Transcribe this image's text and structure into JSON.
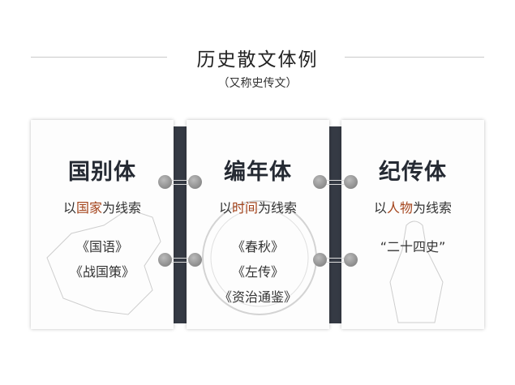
{
  "title": "历史散文体例",
  "subtitle": "（又称史传文）",
  "cards": [
    {
      "heading": "国别体",
      "clue_pre": "以",
      "clue_hl": "国家",
      "clue_post": "为线索",
      "items": [
        "《国语》",
        "《战国策》"
      ],
      "icon": "china-map-icon"
    },
    {
      "heading": "编年体",
      "clue_pre": "以",
      "clue_hl": "时间",
      "clue_post": "为线索",
      "items": [
        "《春秋》",
        "《左传》",
        "《资治通鉴》"
      ],
      "icon": "clock-icon"
    },
    {
      "heading": "纪传体",
      "clue_pre": "以",
      "clue_hl": "人物",
      "clue_post": "为线索",
      "items": [
        "“二十四史”"
      ],
      "icon": "figure-icon"
    }
  ],
  "colors": {
    "highlight": "#a4441c",
    "strip": "#353a44"
  }
}
